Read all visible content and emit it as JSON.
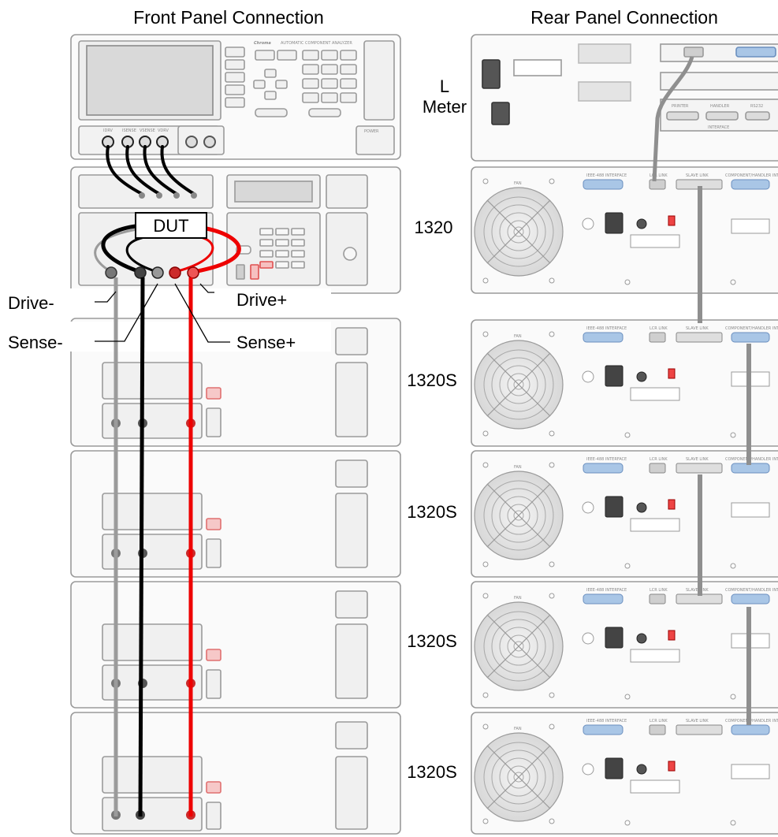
{
  "headings": {
    "front": "Front Panel Connection",
    "rear": "Rear Panel Connection"
  },
  "front_panel": {
    "brand": "Chroma",
    "meter_model_text": "AUTOMATIC COMPONENT ANALYZER",
    "meter_terminal_labels": [
      "IDRV",
      "ISENSE",
      "VSENSE",
      "VDRV"
    ],
    "meter_power_label": "POWER",
    "dut_label": "DUT",
    "terminal_labels": {
      "drive_minus": "Drive-",
      "sense_minus": "Sense-",
      "drive_plus": "Drive+",
      "sense_plus": "Sense+"
    }
  },
  "rear_panel": {
    "units": [
      "L\nMeter",
      "1320",
      "1320S",
      "1320S",
      "1320S",
      "1320S"
    ],
    "port_labels": {
      "gpib": "IEEE-488 INTERFACE",
      "slave_link": "SLAVE LINK",
      "lcr_link": "LCR LINK",
      "handler": "COMPONENT/HANDLER INTERFACE",
      "fan": "FAN",
      "printer": "PRINTER",
      "handler_short": "HANDLER",
      "rs232": "RS232",
      "interface": "INTERFACE"
    }
  },
  "colors": {
    "drive_minus_wire": "#9b9b9b",
    "sense_minus_wire": "#000000",
    "drive_plus_wire": "#ee0000",
    "sense_plus_wire": "#ee0000",
    "link_cable": "#8f8f8f",
    "panel_outline": "#9a9a9a"
  }
}
